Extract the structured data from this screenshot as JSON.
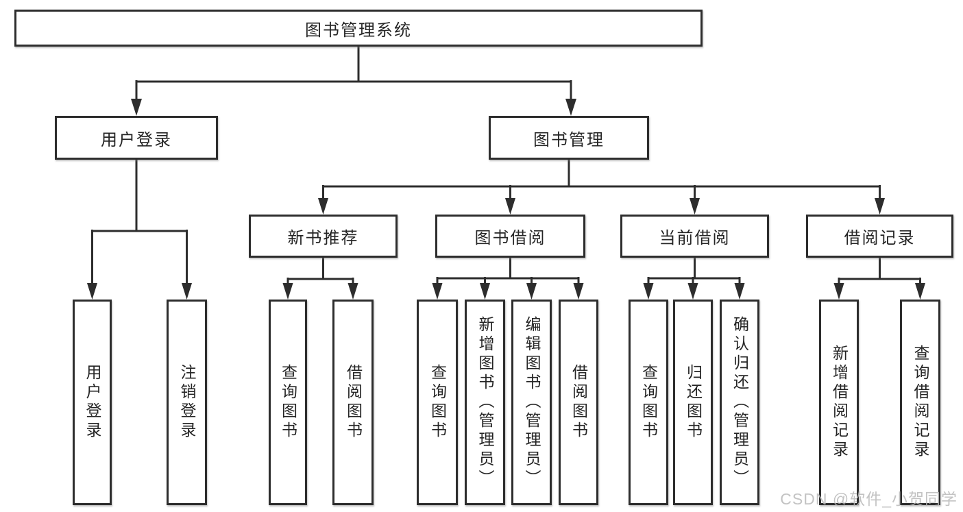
{
  "colors": {
    "line": "#2d2d2d",
    "box_border": "#2d2d2d",
    "text": "#252525",
    "background": "#ffffff",
    "watermark": "#b9b9b9"
  },
  "tree": {
    "label": "图书管理系统",
    "children": [
      {
        "label": "用户登录",
        "children": [
          {
            "label": "用户登录"
          },
          {
            "label": "注销登录"
          }
        ]
      },
      {
        "label": "图书管理",
        "children": [
          {
            "label": "新书推荐",
            "children": [
              {
                "label": "查询图书"
              },
              {
                "label": "借阅图书"
              }
            ]
          },
          {
            "label": "图书借阅",
            "children": [
              {
                "label": "查询图书"
              },
              {
                "label": "新增图书（管理员）"
              },
              {
                "label": "编辑图书（管理员）"
              },
              {
                "label": "借阅图书"
              }
            ]
          },
          {
            "label": "当前借阅",
            "children": [
              {
                "label": "查询图书"
              },
              {
                "label": "归还图书"
              },
              {
                "label": "确认归还（管理员）"
              }
            ]
          },
          {
            "label": "借阅记录",
            "children": [
              {
                "label": "新增借阅记录"
              },
              {
                "label": "查询借阅记录"
              }
            ]
          }
        ]
      }
    ]
  },
  "watermark": {
    "text": "CSDN @软件_小贺同学"
  }
}
